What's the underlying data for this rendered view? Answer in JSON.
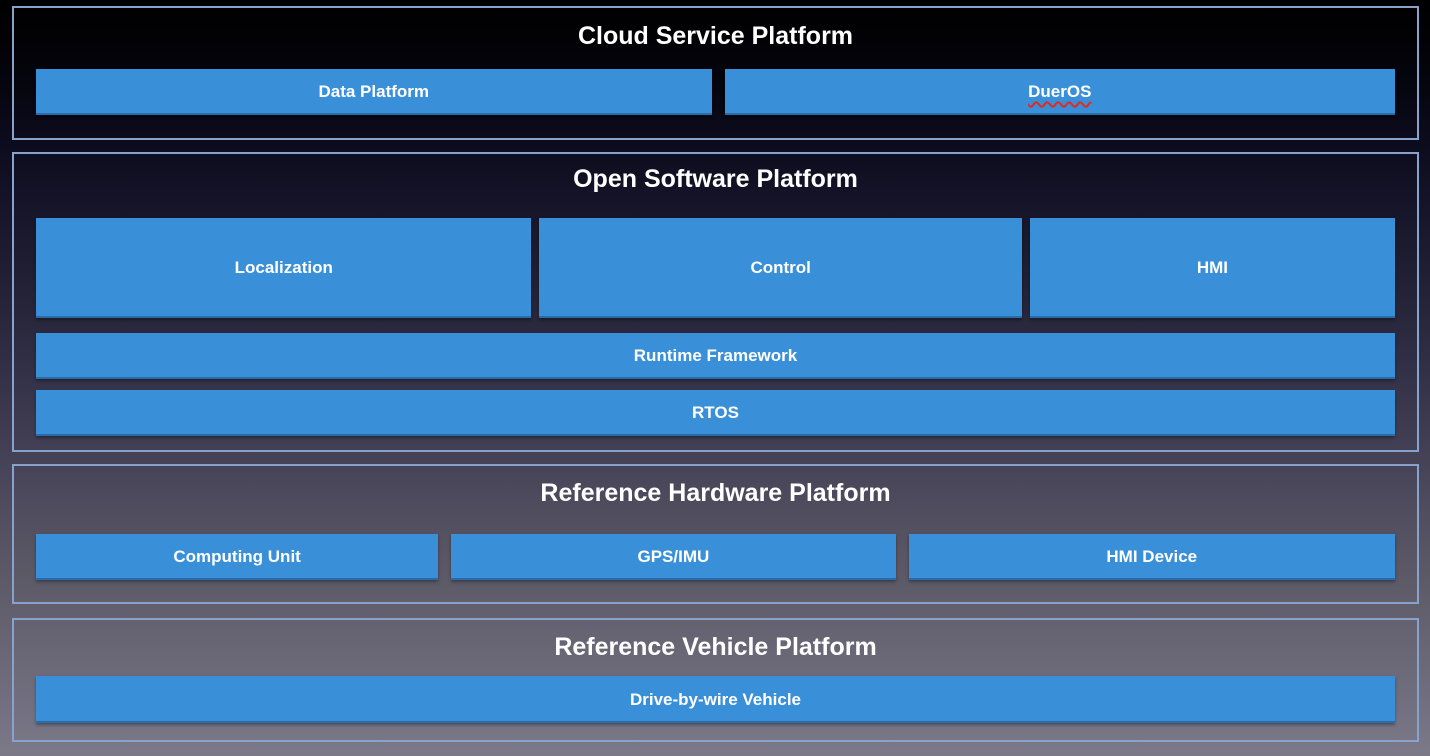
{
  "diagram": {
    "sections": [
      {
        "title": "Cloud Service Platform",
        "boxes": {
          "data_platform": "Data Platform",
          "dueros": "DuerOS"
        }
      },
      {
        "title": "Open Software Platform",
        "boxes": {
          "localization": "Localization",
          "control": "Control",
          "hmi": "HMI",
          "runtime_framework": "Runtime Framework",
          "rtos": "RTOS"
        }
      },
      {
        "title": "Reference Hardware Platform",
        "boxes": {
          "computing_unit": "Computing Unit",
          "gps_imu": "GPS/IMU",
          "hmi_device": "HMI Device"
        }
      },
      {
        "title": "Reference Vehicle Platform",
        "boxes": {
          "drive_by_wire": "Drive-by-wire Vehicle"
        }
      }
    ]
  },
  "colors": {
    "box_blue": "#3990d9",
    "box_text": "#ffffff",
    "title_text": "#ffffff",
    "section_border": "#85a3cd",
    "spellcheck_red": "#e02b20",
    "bg_top": "#000000",
    "bg_bottom": "#7c7988"
  }
}
